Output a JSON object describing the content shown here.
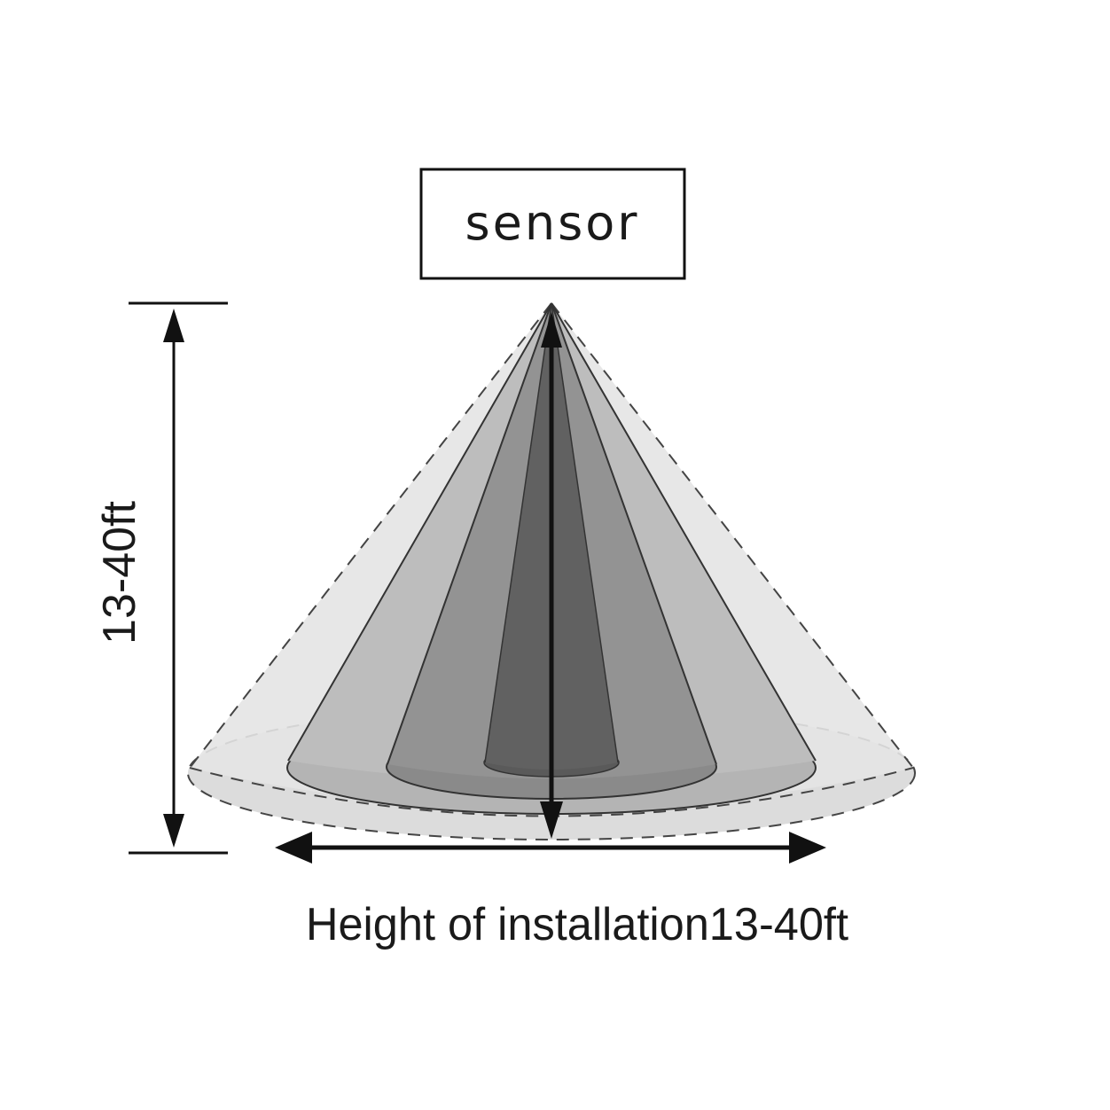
{
  "sensor_label": "sensor",
  "vertical_dimension_label": "13-40ft",
  "caption": "Height of installation13-40ft",
  "colors": {
    "outer_cone": "#e2e2e2",
    "outer_base": "#cfcfcf",
    "second_cone": "#b8b8b8",
    "second_base": "#a9a9a9",
    "third_cone": "#8c8c8c",
    "third_base": "#7f7f7f",
    "inner_cone": "#5e5e5e",
    "inner_base": "#545454",
    "line": "#111111"
  }
}
